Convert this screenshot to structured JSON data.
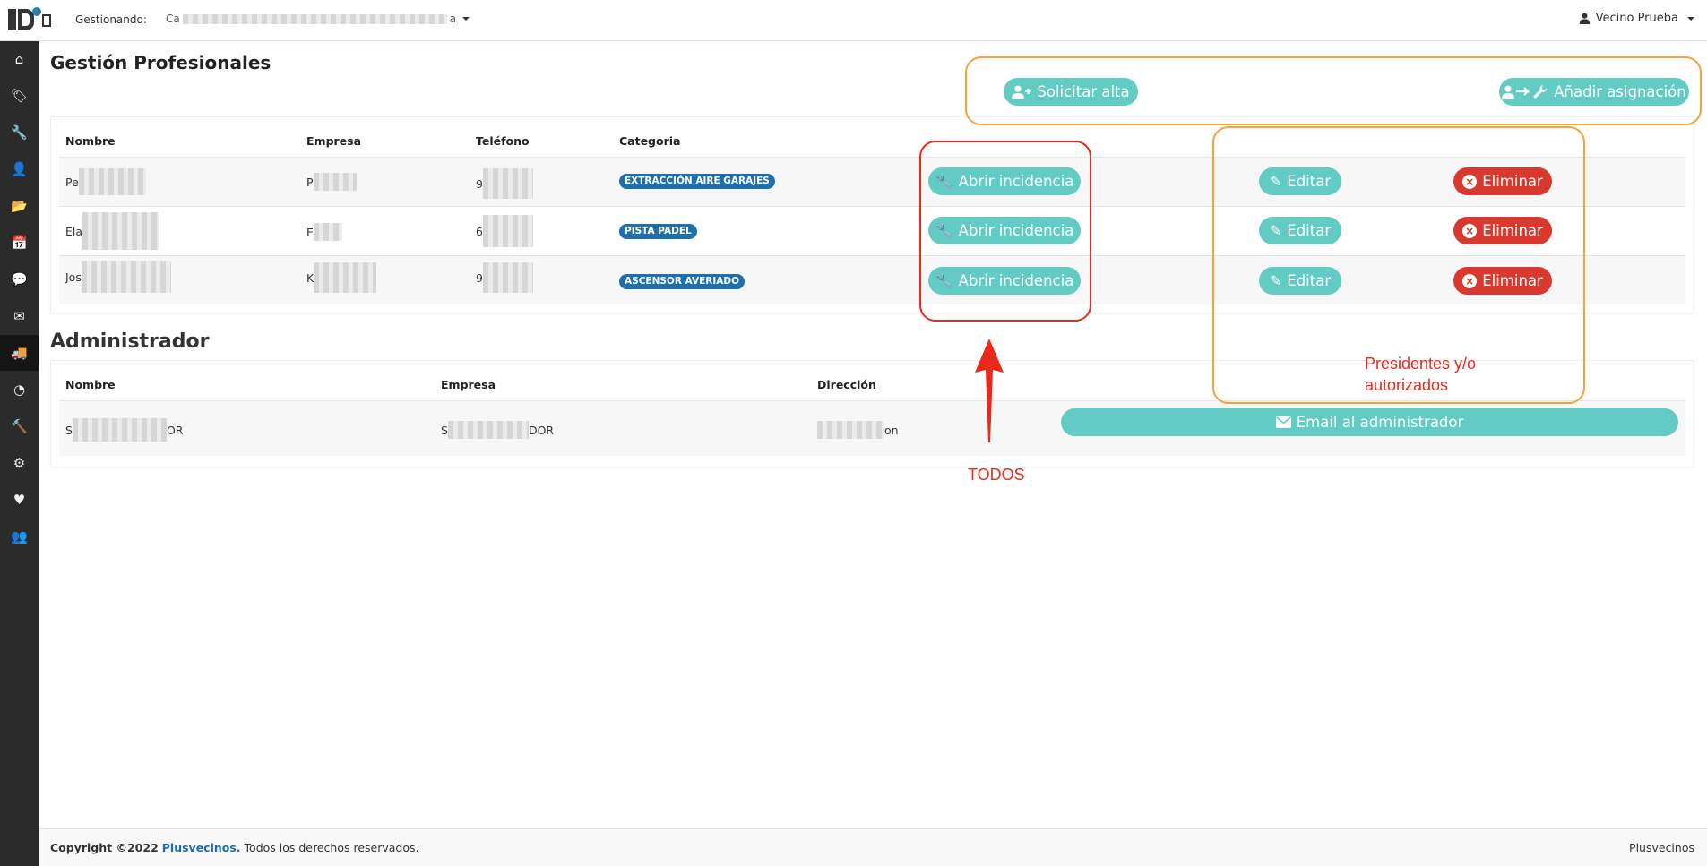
{
  "header": {
    "managing_label": "Gestionando:",
    "managing_value_prefix": "Ca",
    "managing_value_suffix": "a",
    "user_name": "Vecino Prueba"
  },
  "sidebar": {
    "items": [
      {
        "icon": "home-icon",
        "glyph": "⌂"
      },
      {
        "icon": "tags-icon",
        "glyph": "🏷"
      },
      {
        "icon": "wrench-icon",
        "glyph": "🔧"
      },
      {
        "icon": "user-icon",
        "glyph": "👤"
      },
      {
        "icon": "folder-icon",
        "glyph": "📂"
      },
      {
        "icon": "calendar-icon",
        "glyph": "📅"
      },
      {
        "icon": "comments-icon",
        "glyph": "💬"
      },
      {
        "icon": "envelope-icon",
        "glyph": "✉"
      },
      {
        "icon": "truck-icon",
        "glyph": "🚚"
      },
      {
        "icon": "pie-chart-icon",
        "glyph": "◔"
      },
      {
        "icon": "hammer-icon",
        "glyph": "🔨"
      },
      {
        "icon": "cogs-icon",
        "glyph": "⚙"
      },
      {
        "icon": "heart-icon",
        "glyph": "♥"
      },
      {
        "icon": "users-icon",
        "glyph": "👥"
      }
    ],
    "active_index": 8
  },
  "page_title": "Gestión Profesionales",
  "actions": {
    "request_label": "Solicitar alta",
    "add_assignment_label": "Añadir asignación"
  },
  "professionals": {
    "columns": [
      "Nombre",
      "Empresa",
      "Teléfono",
      "Categoria"
    ],
    "rows": [
      {
        "name": "Pe",
        "company": "P",
        "phone": "9",
        "category": "EXTRACCIÓN AIRE GARAJES"
      },
      {
        "name": "Ela",
        "company": "E",
        "phone": "6",
        "category": "PISTA PADEL"
      },
      {
        "name": "Jos",
        "company": "K",
        "phone": "9",
        "category": "ASCENSOR AVERIADO"
      }
    ],
    "open_issue_label": "Abrir incidencia",
    "edit_label": "Editar",
    "delete_label": "Eliminar"
  },
  "administrator": {
    "title": "Administrador",
    "columns": [
      "Nombre",
      "Empresa",
      "Dirección"
    ],
    "row": {
      "name_prefix": "S",
      "name_suffix": "OR",
      "company_prefix": "S",
      "company_suffix": "DOR",
      "address_suffix": "on"
    },
    "email_label": "Email al administrador"
  },
  "annotations": {
    "all_label": "TODOS",
    "presidents_label_line1": "Presidentes y/o",
    "presidents_label_line2": "autorizados"
  },
  "footer": {
    "copyright": "Copyright ©2022",
    "brand": "Plusvecinos.",
    "rights": "Todos los derechos reservados.",
    "right_text": "Plusvecinos"
  },
  "colors": {
    "teal": "#62cbc4",
    "red": "#d9382f",
    "badge_blue": "#1e6fae",
    "annotation_orange": "#f5a23a",
    "annotation_red": "#e8291c"
  }
}
